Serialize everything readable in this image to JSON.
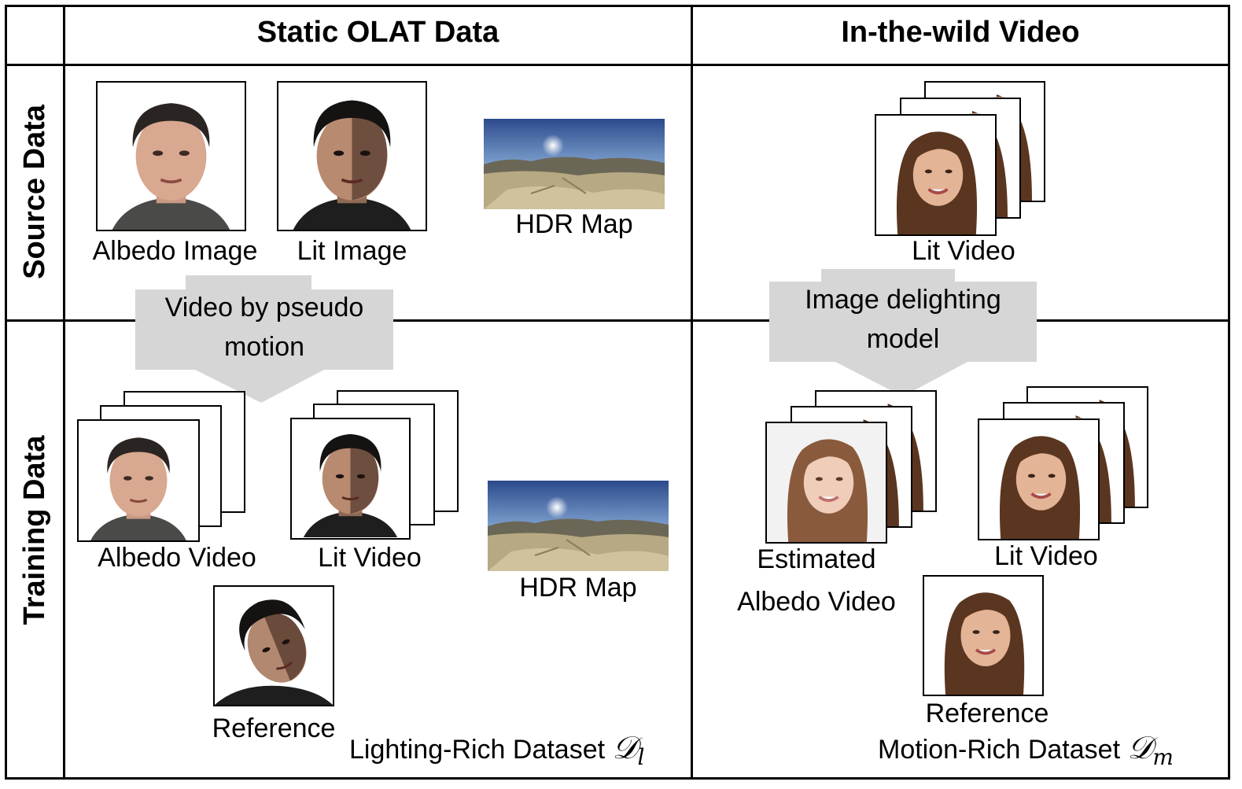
{
  "columns": {
    "static_olat": "Static OLAT Data",
    "in_the_wild": "In-the-wild Video"
  },
  "rows": {
    "source": "Source Data",
    "training": "Training Data"
  },
  "source_left": {
    "albedo_image": "Albedo Image",
    "lit_image": "Lit Image",
    "hdr_map": "HDR Map"
  },
  "source_right": {
    "lit_video": "Lit Video"
  },
  "arrows": {
    "left_line1": "Video by pseudo",
    "left_line2": "motion",
    "right_line1": "Image delighting",
    "right_line2": "model"
  },
  "training_left": {
    "albedo_video": "Albedo Video",
    "lit_video": "Lit Video",
    "hdr_map": "HDR Map",
    "reference": "Reference",
    "dataset_label": "Lighting-Rich Dataset",
    "dataset_symbol": "𝒟",
    "dataset_subscript": "l"
  },
  "training_right": {
    "estimated_line1": "Estimated",
    "estimated_line2": "Albedo Video",
    "lit_video": "Lit Video",
    "reference": "Reference",
    "dataset_label": "Motion-Rich Dataset",
    "dataset_symbol": "𝒟",
    "dataset_subscript": "m"
  }
}
